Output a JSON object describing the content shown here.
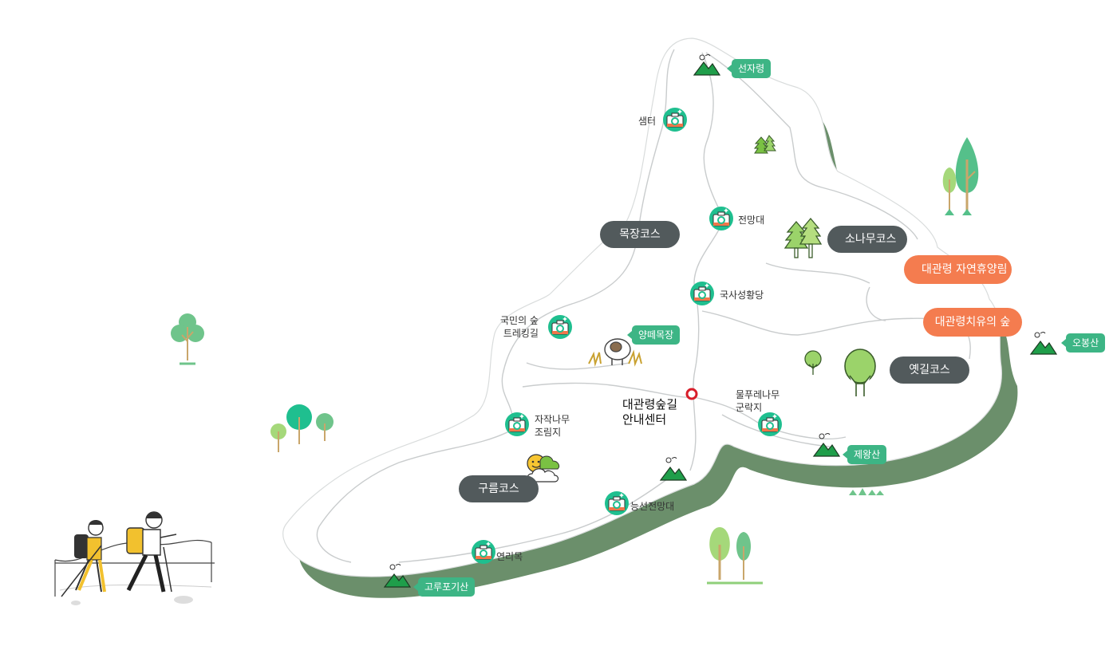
{
  "colors": {
    "map_fill": "#ffffff",
    "map_shadow": "#6b8f6b",
    "trail_line": "#c9cccd",
    "course_pill": "#525a5c",
    "orange_pill": "#f47c4f",
    "green_tag": "#3db585",
    "camera_teal": "#1fbf8f",
    "camera_orange": "#f0764a",
    "center_marker": "#d81e2a"
  },
  "courses": {
    "mokjang": "목장코스",
    "sonamu": "소나무코스",
    "yetgil": "옛길코스",
    "gureum": "구름코스"
  },
  "facilities": {
    "forest_rest": "대관령 자연휴양림",
    "healing_forest": "대관령치유의 숲"
  },
  "peaks": {
    "seonjaryeong": "선자령",
    "obongsan": "오봉산",
    "jewangsan": "제왕산",
    "gorupogisan": "고루포기산"
  },
  "ranch": "양떼목장",
  "spots": {
    "saemteo": "샘터",
    "jeonmangdae": "전망대",
    "guksaseonghwangdang": "국사성황당",
    "trekking_line1": "국민의 숲",
    "trekking_line2": "트레킹길",
    "jajak_line1": "자작나무",
    "jajak_line2": "조림지",
    "mulpure_line1": "물푸레나무",
    "mulpure_line2": "군락지",
    "neungseon": "능선전망대",
    "yeolrimok": "연리목"
  },
  "info_center": {
    "line1": "대관령숲길",
    "line2": "안내센터"
  },
  "icons": [
    "camera-icon",
    "mountain-icon",
    "tree-icon",
    "sheep-icon",
    "sun-cloud-icon",
    "location-marker-icon",
    "hikers-illustration"
  ]
}
